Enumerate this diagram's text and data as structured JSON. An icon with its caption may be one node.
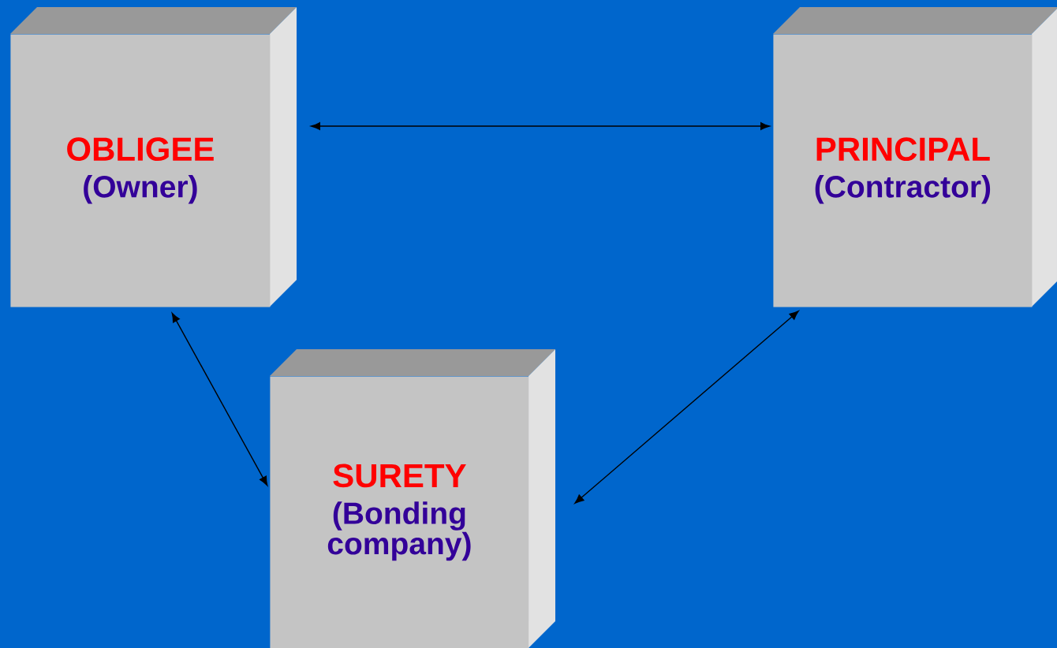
{
  "diagram": {
    "nodes": [
      {
        "text": [
          "OBLIGEE",
          "(Owner)"
        ]
      },
      {
        "text": [
          "PRINCIPAL",
          "(Contractor)"
        ]
      },
      {
        "text": [
          "SURETY",
          "(Bonding company)"
        ]
      }
    ],
    "edges": [
      {
        "from": 0,
        "to": 1,
        "arrow": "both"
      },
      {
        "from": 0,
        "to": 2,
        "arrow": "both"
      },
      {
        "from": 1,
        "to": 2,
        "arrow": "both"
      }
    ]
  }
}
